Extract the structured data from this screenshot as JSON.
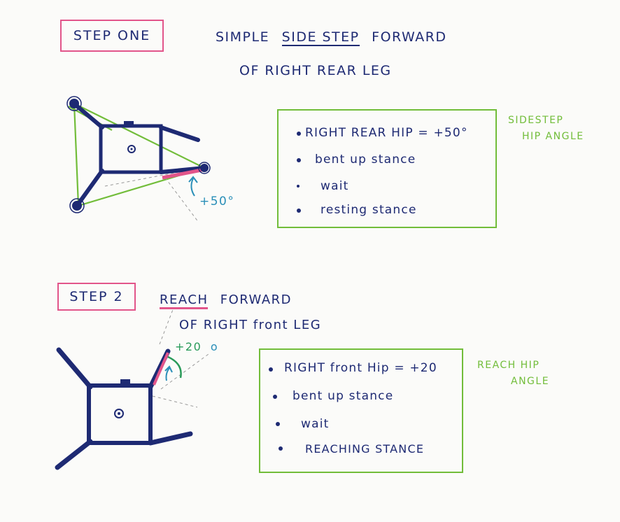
{
  "step1": {
    "label": "STEP ONE",
    "title_simple": "SIMPLE",
    "title_sidestep": "SIDE STEP",
    "title_forward": "FORWARD",
    "title_line2": "OF RIGHT REAR LEG",
    "angle_label": "+50°",
    "items": [
      "RIGHT REAR HIP = +50°",
      "bent up stance",
      "wait",
      "resting stance"
    ],
    "note_line1": "SIDESTEP",
    "note_line2": "HIP ANGLE"
  },
  "step2": {
    "label": "STEP 2",
    "title_reach": "REACH",
    "title_forward": "FORWARD",
    "title_line2": "OF RIGHT front LEG",
    "angle_label_value": "+20",
    "angle_label_degree": "o",
    "items": [
      "RIGHT front Hip = +20",
      "bent up stance",
      "wait",
      "REACHING STANCE"
    ],
    "note_line1": "REACH HIP",
    "note_line2": "ANGLE"
  },
  "colors": {
    "ink": "#1e2a73",
    "pink": "#e2558a",
    "green": "#72bd3a",
    "teal": "#2a8fb8"
  }
}
